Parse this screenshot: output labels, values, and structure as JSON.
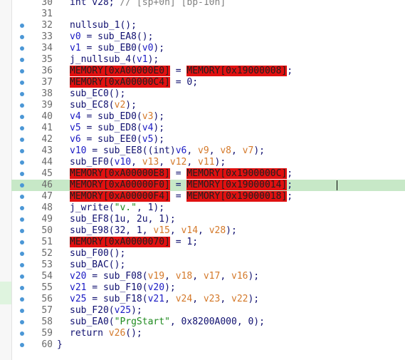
{
  "colors": {
    "line_number": "#6a6a6a",
    "breakpoint_dot": "#4b97d6",
    "current_line_bg": "#c7e8c7",
    "memory_highlight": "#e01010",
    "identifier": "#101070",
    "variable": "#1a1ac4",
    "argument": "#d4792a",
    "string": "#1f8a1f"
  },
  "lines": [
    {
      "num": "30",
      "dot": false,
      "tokens": [
        {
          "t": "int v28; ",
          "c": "p"
        },
        {
          "t": "// [sp+0h] [bp-10h]",
          "c": "cmt"
        }
      ]
    },
    {
      "num": "31",
      "dot": false,
      "tokens": []
    },
    {
      "num": "32",
      "dot": true,
      "tokens": [
        {
          "t": "nullsub_1();",
          "c": "p"
        }
      ]
    },
    {
      "num": "33",
      "dot": true,
      "tokens": [
        {
          "t": "v0",
          "c": "var"
        },
        {
          "t": " = sub_EA8();",
          "c": "p"
        }
      ]
    },
    {
      "num": "34",
      "dot": true,
      "tokens": [
        {
          "t": "v1",
          "c": "var"
        },
        {
          "t": " = sub_EB0(",
          "c": "p"
        },
        {
          "t": "v0",
          "c": "var"
        },
        {
          "t": ");",
          "c": "p"
        }
      ]
    },
    {
      "num": "35",
      "dot": true,
      "tokens": [
        {
          "t": "j_nullsub_4(",
          "c": "p"
        },
        {
          "t": "v1",
          "c": "var"
        },
        {
          "t": ");",
          "c": "p"
        }
      ]
    },
    {
      "num": "36",
      "dot": true,
      "tokens": [
        {
          "t": "MEMORY[0xA00000E0]",
          "c": "mem"
        },
        {
          "t": " = ",
          "c": "p"
        },
        {
          "t": "MEMORY[0x19000008]",
          "c": "mem"
        },
        {
          "t": ";",
          "c": "p"
        }
      ]
    },
    {
      "num": "37",
      "dot": true,
      "tokens": [
        {
          "t": "MEMORY[0xA00000C4]",
          "c": "mem"
        },
        {
          "t": " = 0;",
          "c": "p"
        }
      ]
    },
    {
      "num": "38",
      "dot": true,
      "tokens": [
        {
          "t": "sub_EC0();",
          "c": "p"
        }
      ]
    },
    {
      "num": "39",
      "dot": true,
      "tokens": [
        {
          "t": "sub_EC8(",
          "c": "p"
        },
        {
          "t": "v2",
          "c": "arg"
        },
        {
          "t": ");",
          "c": "p"
        }
      ]
    },
    {
      "num": "40",
      "dot": true,
      "tokens": [
        {
          "t": "v4",
          "c": "var"
        },
        {
          "t": " = sub_ED0(",
          "c": "p"
        },
        {
          "t": "v3",
          "c": "arg"
        },
        {
          "t": ");",
          "c": "p"
        }
      ]
    },
    {
      "num": "41",
      "dot": true,
      "tokens": [
        {
          "t": "v5",
          "c": "var"
        },
        {
          "t": " = sub_ED8(",
          "c": "p"
        },
        {
          "t": "v4",
          "c": "var"
        },
        {
          "t": ");",
          "c": "p"
        }
      ]
    },
    {
      "num": "42",
      "dot": true,
      "tokens": [
        {
          "t": "v6",
          "c": "var"
        },
        {
          "t": " = sub_EE0(",
          "c": "p"
        },
        {
          "t": "v5",
          "c": "var"
        },
        {
          "t": ");",
          "c": "p"
        }
      ]
    },
    {
      "num": "43",
      "dot": true,
      "tokens": [
        {
          "t": "v10",
          "c": "var"
        },
        {
          "t": " = sub_EE8((int)",
          "c": "p"
        },
        {
          "t": "v6",
          "c": "var"
        },
        {
          "t": ", ",
          "c": "p"
        },
        {
          "t": "v9",
          "c": "arg"
        },
        {
          "t": ", ",
          "c": "p"
        },
        {
          "t": "v8",
          "c": "arg"
        },
        {
          "t": ", ",
          "c": "p"
        },
        {
          "t": "v7",
          "c": "arg"
        },
        {
          "t": ");",
          "c": "p"
        }
      ]
    },
    {
      "num": "44",
      "dot": true,
      "tokens": [
        {
          "t": "sub_EF0(",
          "c": "p"
        },
        {
          "t": "v10",
          "c": "var"
        },
        {
          "t": ", ",
          "c": "p"
        },
        {
          "t": "v13",
          "c": "arg"
        },
        {
          "t": ", ",
          "c": "p"
        },
        {
          "t": "v12",
          "c": "arg"
        },
        {
          "t": ", ",
          "c": "p"
        },
        {
          "t": "v11",
          "c": "arg"
        },
        {
          "t": ");",
          "c": "p"
        }
      ]
    },
    {
      "num": "45",
      "dot": true,
      "tokens": [
        {
          "t": "MEMORY[0xA00000E8]",
          "c": "mem"
        },
        {
          "t": " = ",
          "c": "p"
        },
        {
          "t": "MEMORY[0x1900000C]",
          "c": "mem"
        },
        {
          "t": ";",
          "c": "p"
        }
      ]
    },
    {
      "num": "46",
      "dot": true,
      "current": true,
      "tokens": [
        {
          "t": "MEMORY[0xA00000F0]",
          "c": "mem"
        },
        {
          "t": " = ",
          "c": "p"
        },
        {
          "t": "MEMORY[0x19000014]",
          "c": "mem"
        },
        {
          "t": ";",
          "c": "p"
        }
      ]
    },
    {
      "num": "47",
      "dot": true,
      "tokens": [
        {
          "t": "MEMORY[0xA00000F4]",
          "c": "mem"
        },
        {
          "t": " = ",
          "c": "p"
        },
        {
          "t": "MEMORY[0x19000018]",
          "c": "mem"
        },
        {
          "t": ";",
          "c": "p"
        }
      ]
    },
    {
      "num": "48",
      "dot": true,
      "tokens": [
        {
          "t": "j_write(",
          "c": "p"
        },
        {
          "t": "\"v.\"",
          "c": "str"
        },
        {
          "t": ", 1);",
          "c": "p"
        }
      ]
    },
    {
      "num": "49",
      "dot": true,
      "tokens": [
        {
          "t": "sub_EF8(1u, 2u, 1);",
          "c": "p"
        }
      ]
    },
    {
      "num": "50",
      "dot": true,
      "tokens": [
        {
          "t": "sub_E98(32, 1, ",
          "c": "p"
        },
        {
          "t": "v15",
          "c": "arg"
        },
        {
          "t": ", ",
          "c": "p"
        },
        {
          "t": "v14",
          "c": "arg"
        },
        {
          "t": ", ",
          "c": "p"
        },
        {
          "t": "v28",
          "c": "arg"
        },
        {
          "t": ");",
          "c": "p"
        }
      ]
    },
    {
      "num": "51",
      "dot": true,
      "tokens": [
        {
          "t": "MEMORY[0xA0000070]",
          "c": "mem"
        },
        {
          "t": " = 1;",
          "c": "p"
        }
      ]
    },
    {
      "num": "52",
      "dot": true,
      "tokens": [
        {
          "t": "sub_F00();",
          "c": "p"
        }
      ]
    },
    {
      "num": "53",
      "dot": true,
      "tokens": [
        {
          "t": "sub_BAC();",
          "c": "p"
        }
      ]
    },
    {
      "num": "54",
      "dot": true,
      "tokens": [
        {
          "t": "v20",
          "c": "var"
        },
        {
          "t": " = sub_F08(",
          "c": "p"
        },
        {
          "t": "v19",
          "c": "arg"
        },
        {
          "t": ", ",
          "c": "p"
        },
        {
          "t": "v18",
          "c": "arg"
        },
        {
          "t": ", ",
          "c": "p"
        },
        {
          "t": "v17",
          "c": "arg"
        },
        {
          "t": ", ",
          "c": "p"
        },
        {
          "t": "v16",
          "c": "arg"
        },
        {
          "t": ");",
          "c": "p"
        }
      ]
    },
    {
      "num": "55",
      "dot": true,
      "tokens": [
        {
          "t": "v21",
          "c": "var"
        },
        {
          "t": " = sub_F10(",
          "c": "p"
        },
        {
          "t": "v20",
          "c": "var"
        },
        {
          "t": ");",
          "c": "p"
        }
      ]
    },
    {
      "num": "56",
      "dot": true,
      "tokens": [
        {
          "t": "v25",
          "c": "var"
        },
        {
          "t": " = sub_F18(",
          "c": "p"
        },
        {
          "t": "v21",
          "c": "var"
        },
        {
          "t": ", ",
          "c": "p"
        },
        {
          "t": "v24",
          "c": "arg"
        },
        {
          "t": ", ",
          "c": "p"
        },
        {
          "t": "v23",
          "c": "arg"
        },
        {
          "t": ", ",
          "c": "p"
        },
        {
          "t": "v22",
          "c": "arg"
        },
        {
          "t": ");",
          "c": "p"
        }
      ]
    },
    {
      "num": "57",
      "dot": true,
      "tokens": [
        {
          "t": "sub_F20(",
          "c": "p"
        },
        {
          "t": "v25",
          "c": "var"
        },
        {
          "t": ");",
          "c": "p"
        }
      ]
    },
    {
      "num": "58",
      "dot": true,
      "tokens": [
        {
          "t": "sub_EA0(",
          "c": "p"
        },
        {
          "t": "\"PrgStart\"",
          "c": "str"
        },
        {
          "t": ", 0x8200A000, 0);",
          "c": "p"
        }
      ]
    },
    {
      "num": "59",
      "dot": true,
      "tokens": [
        {
          "t": "return ",
          "c": "p"
        },
        {
          "t": "v26",
          "c": "arg"
        },
        {
          "t": "();",
          "c": "p"
        }
      ]
    },
    {
      "num": "60",
      "dot": true,
      "closing": true,
      "tokens": [
        {
          "t": "}",
          "c": "p"
        }
      ]
    }
  ]
}
